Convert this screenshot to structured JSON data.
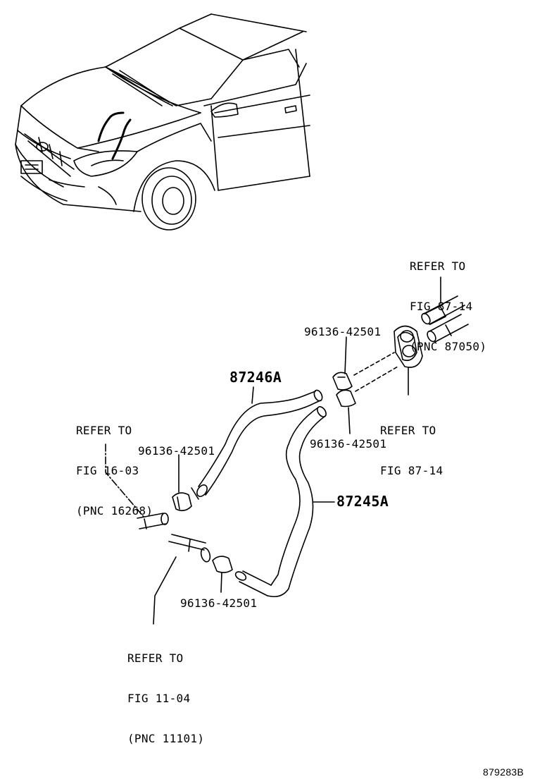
{
  "callouts": {
    "refer_87050": [
      "REFER TO",
      "FIG 87-14",
      "(PNC 87050)"
    ],
    "refer_87_14": [
      "REFER TO",
      "FIG 87-14"
    ],
    "refer_16268": [
      "REFER TO",
      "FIG 16-03",
      "(PNC 16268)"
    ],
    "refer_11101": [
      "REFER TO",
      "FIG 11-04",
      "(PNC 11101)"
    ]
  },
  "parts": {
    "hose_upper": "87246A",
    "hose_lower": "87245A",
    "clamp_top": "96136-42501",
    "clamp_right": "96136-42501",
    "clamp_left": "96136-42501",
    "clamp_bottom": "96136-42501"
  },
  "figure_number": "879283B"
}
